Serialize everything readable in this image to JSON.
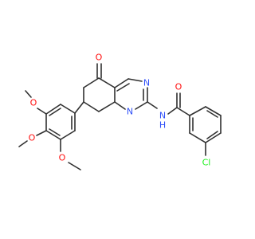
{
  "colors": {
    "bond": "#303030",
    "carbon": "#303030",
    "oxygen": "#ff0d0d",
    "nitrogen": "#3050f8",
    "chlorine": "#1ff01f"
  },
  "atoms": {
    "o_ketone": "O",
    "o_amide": "O",
    "n_ring_top": "N",
    "n_ring_bottom": "N",
    "nh": "N",
    "nh_h": "H",
    "cl": "Cl",
    "o_methoxy_1": "O",
    "o_methoxy_2": "O",
    "o_methoxy_3": "O"
  }
}
